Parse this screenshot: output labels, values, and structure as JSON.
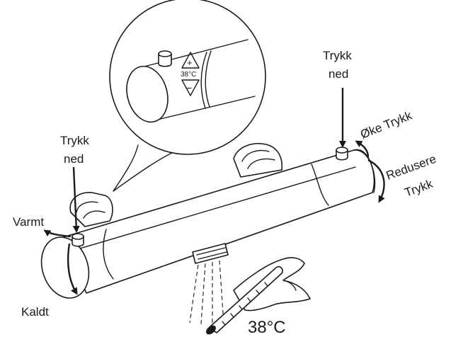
{
  "labels": {
    "push_left_line1": "Trykk",
    "push_left_line2": "ned",
    "push_right_line1": "Trykk",
    "push_right_line2": "ned",
    "warm": "Varmt",
    "cold": "Kaldt",
    "increase_pressure": "Øke Trykk",
    "reduce_pressure_line1": "Redusere",
    "reduce_pressure_line2": "Trykk",
    "temperature": "38°C",
    "dial_plus": "+",
    "dial_temp": "38°C",
    "dial_minus": "−"
  },
  "colors": {
    "ink": "#1a1a1a",
    "background": "#ffffff"
  },
  "icons": [
    "thermometer-icon",
    "hand-icon",
    "water-spray-icon",
    "rotation-arrow-icon",
    "push-down-arrow-icon"
  ]
}
